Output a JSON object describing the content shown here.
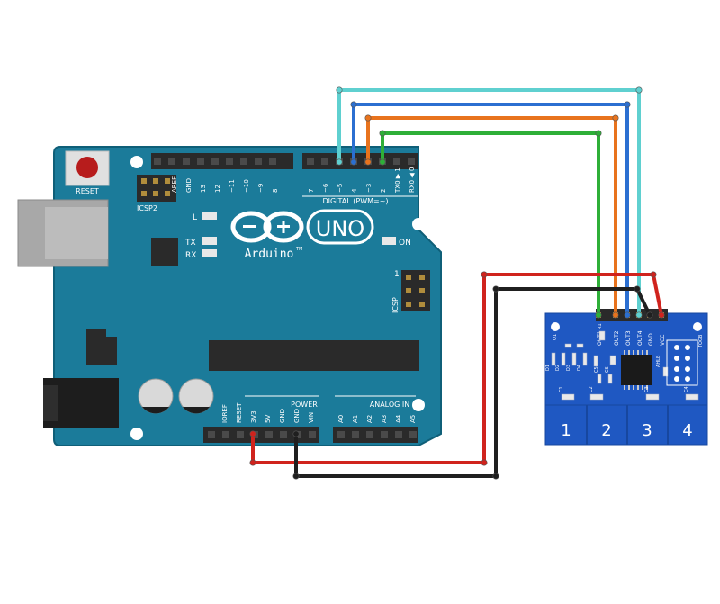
{
  "arduino": {
    "reset_label": "RESET",
    "icsp2_label": "ICSP2",
    "icsp_label": "ICSP",
    "icsp_pin1": "1",
    "digital_label": "DIGITAL (PWM=~)",
    "digital_pins": [
      "AREF",
      "GND",
      "13",
      "12",
      "~11",
      "~10",
      "~9",
      "8",
      "7",
      "~6",
      "~5",
      "4",
      "~3",
      "2",
      "TX0 ▶ 1",
      "RX0 ◀ 0"
    ],
    "led_l": "L",
    "led_tx": "TX",
    "led_rx": "RX",
    "led_on": "ON",
    "logo_symbol": "∞",
    "brand": "Arduino",
    "tm": "TM",
    "model": "UNO",
    "power_label": "POWER",
    "power_pins": [
      "IOREF",
      "RESET",
      "3V3",
      "5V",
      "GND",
      "GND",
      "VIN"
    ],
    "analog_label": "ANALOG IN",
    "analog_pins": [
      "A0",
      "A1",
      "A2",
      "A3",
      "A4",
      "A5"
    ]
  },
  "touch_module": {
    "header_pins": [
      "OUT1",
      "OUT2",
      "OUT3",
      "OUT4",
      "GND",
      "VCC"
    ],
    "pads": [
      "1",
      "2",
      "3",
      "4"
    ],
    "component_labels": [
      "Q1",
      "D1",
      "D2",
      "D3",
      "D4",
      "C1",
      "C2",
      "C3",
      "C4",
      "C5",
      "C6",
      "R1",
      "AHLB",
      "TOGB"
    ]
  },
  "wires": [
    {
      "name": "wire-cyan",
      "color": "#5fd0d0"
    },
    {
      "name": "wire-blue",
      "color": "#2b6fd1"
    },
    {
      "name": "wire-orange",
      "color": "#e8731d"
    },
    {
      "name": "wire-green",
      "color": "#2eaf38"
    },
    {
      "name": "wire-red",
      "color": "#d0231d"
    },
    {
      "name": "wire-black",
      "color": "#1f1f1f"
    }
  ],
  "colors": {
    "board_blue": "#1b7b9a",
    "module_blue": "#1f58c2",
    "header_black": "#2a2a2a"
  }
}
